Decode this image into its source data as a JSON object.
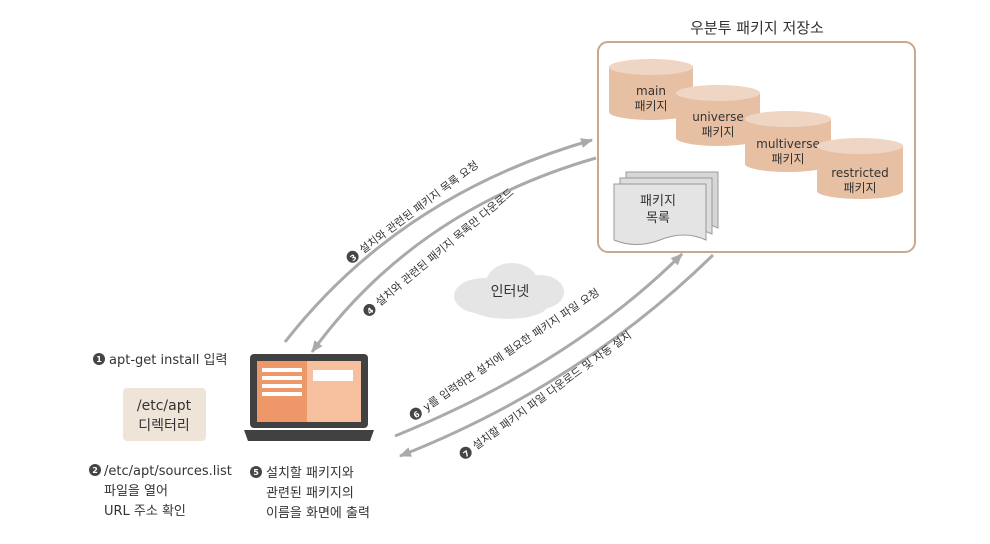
{
  "repository": {
    "title": "우분투 패키지 저장소",
    "databases": [
      {
        "name": "main",
        "sub": "패키지"
      },
      {
        "name": "universe",
        "sub": "패키지"
      },
      {
        "name": "multiverse",
        "sub": "패키지"
      },
      {
        "name": "restricted",
        "sub": "패키지"
      }
    ],
    "package_list": {
      "line1": "패키지",
      "line2": "목록"
    }
  },
  "cloud": {
    "label": "인터넷"
  },
  "directory": {
    "line1": "/etc/apt",
    "line2": "디렉터리"
  },
  "steps": {
    "s1": {
      "num": "1",
      "text": "apt-get install 입력"
    },
    "s2": {
      "num": "2",
      "line1": "/etc/apt/sources.list",
      "line2": "파일을 열어",
      "line3": "URL 주소 확인"
    },
    "s3": {
      "num": "3",
      "text": "설치와 관련된 패키지 목록 요청"
    },
    "s4": {
      "num": "4",
      "text": "설치와 관련된 패키지 목록만 다운로드"
    },
    "s5": {
      "num": "5",
      "line1": "설치할 패키지와",
      "line2": "관련된 패키지의",
      "line3": "이름을 화면에 출력"
    },
    "s6": {
      "num": "6",
      "text": "y를 입력하면 설치에 필요한 패키지 파일 요청"
    },
    "s7": {
      "num": "7",
      "text": "설치할 패키지 파일 다운로드 및 자동 설치"
    }
  },
  "colors": {
    "repo_border": "#c9a88d",
    "db_top": "#efd5c3",
    "db_side": "#e7c0a4",
    "arrow": "#aaaaaa",
    "laptop_body": "#414141",
    "screen_left": "#ee9869",
    "screen_right": "#f6c09e",
    "dir_bg": "#efe4d8",
    "doc_fill": "#e2e2e2",
    "cloud": "#e5e5e5",
    "badge": "#454545"
  }
}
